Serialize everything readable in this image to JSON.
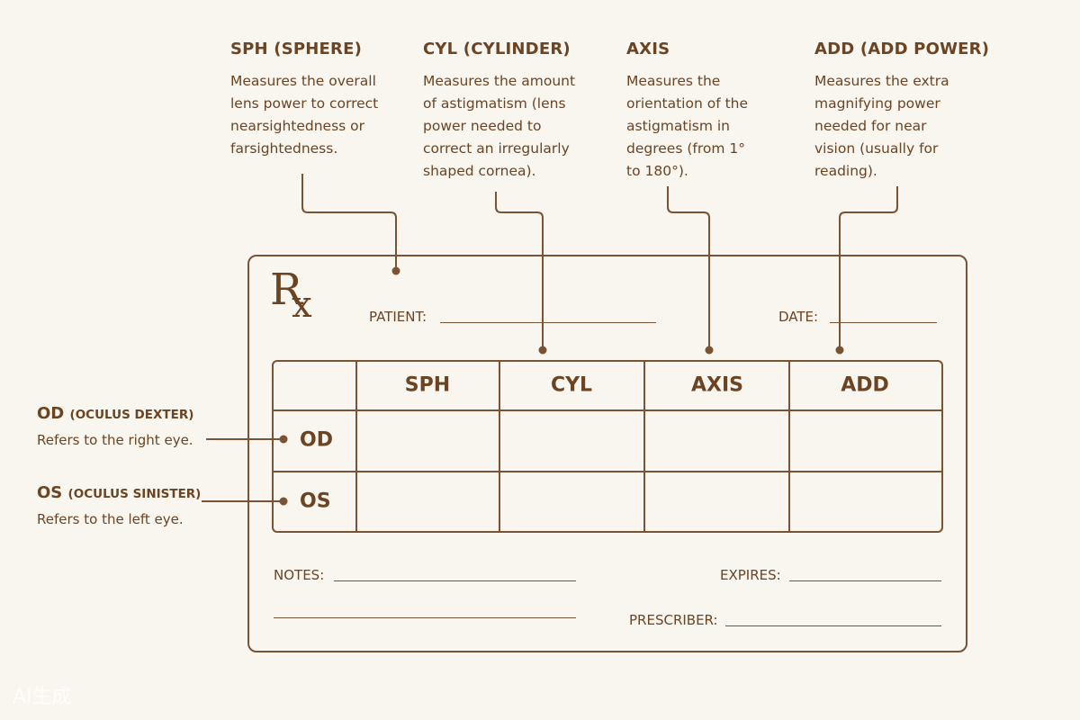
{
  "annotations": {
    "sph": {
      "title": "SPH (SPHERE)",
      "body": "Measures the overall lens power to correct nearsightedness or farsightedness."
    },
    "cyl": {
      "title": "CYL (CYLINDER)",
      "body": "Measures the amount of astigmatism (lens power needed to correct an irregularly shaped cornea)."
    },
    "axis": {
      "title": "AXIS",
      "body": "Measures the orientation of the astigmatism in degrees (from 1° to 180°)."
    },
    "add": {
      "title": "ADD (ADD POWER)",
      "body": "Measures the extra magnifying power needed for near vision (usually for reading)."
    }
  },
  "side_annotations": {
    "od": {
      "abbr": "OD",
      "latin": "(OCULUS DEXTER)",
      "body": "Refers to the right eye."
    },
    "os": {
      "abbr": "OS",
      "latin": "(OCULUS SINISTER)",
      "body": "Refers to the left eye."
    }
  },
  "form": {
    "rx_r": "R",
    "rx_x": "x",
    "patient_label": "PATIENT:",
    "date_label": "DATE:",
    "notes_label": "NOTES:",
    "expires_label": "EXPIRES:",
    "prescriber_label": "PRESCRIBER:",
    "columns": [
      "SPH",
      "CYL",
      "AXIS",
      "ADD"
    ],
    "rows": [
      "OD",
      "OS"
    ]
  },
  "watermark": "AI生成",
  "colors": {
    "ink": "#6b4423",
    "line": "#7a5234",
    "background": "#f9f5ef"
  }
}
